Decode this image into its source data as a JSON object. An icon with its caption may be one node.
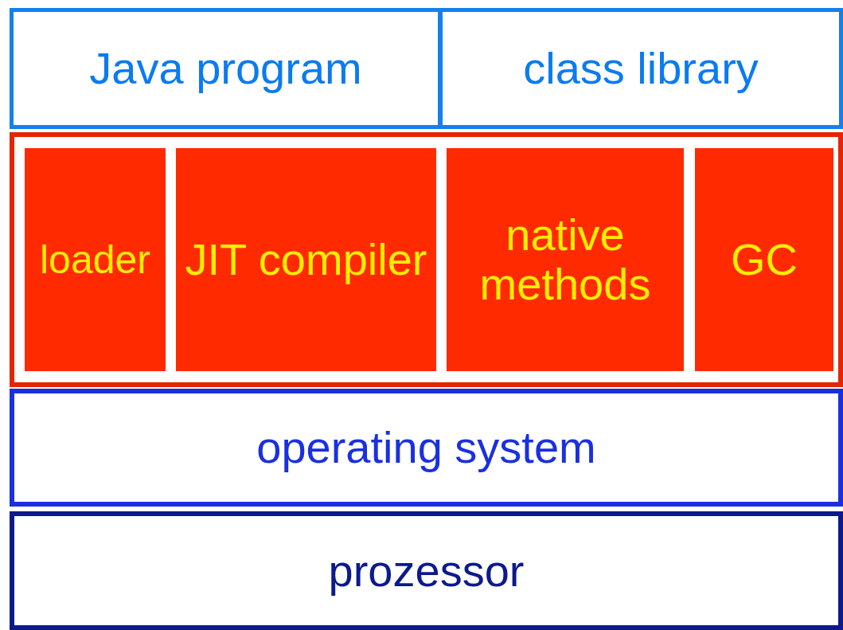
{
  "diagram": {
    "nodes": [
      {
        "text": [
          "Java program"
        ]
      },
      {
        "text": [
          "class library"
        ]
      },
      {
        "text": [],
        "shape": "box"
      },
      {
        "text": [
          "loader"
        ],
        "in": 2
      },
      {
        "text": [
          "JIT compiler"
        ],
        "in": 2
      },
      {
        "text": [
          "native methods"
        ],
        "in": 2
      },
      {
        "text": [
          "GC"
        ],
        "in": 2
      },
      {
        "text": [
          "operating system"
        ]
      },
      {
        "text": [
          "prozessor"
        ]
      }
    ]
  }
}
